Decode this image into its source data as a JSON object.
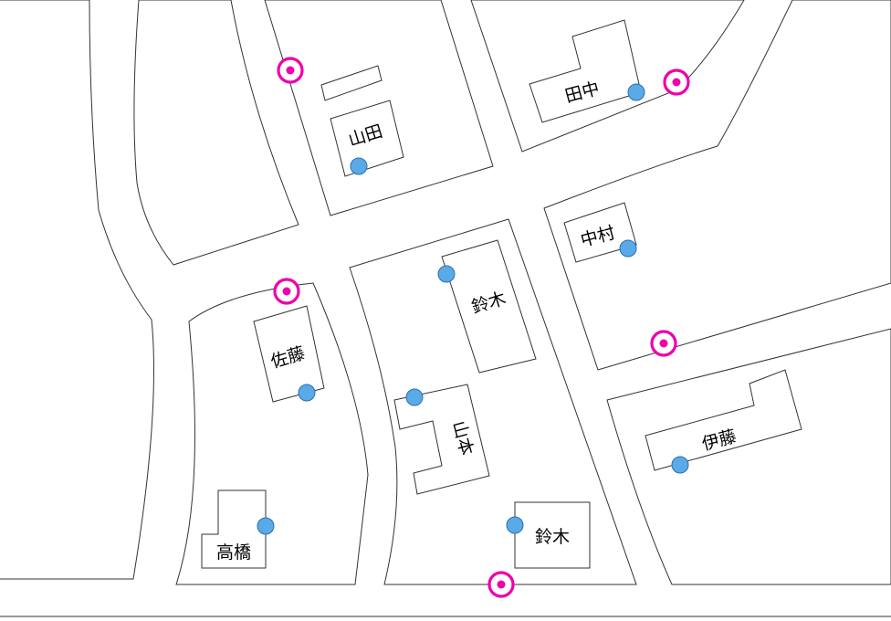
{
  "colors": {
    "background": "#ffffff",
    "outline": "#333333",
    "meter_marker": "#5aaae8",
    "target_marker": "#ee00aa"
  },
  "buildings": [
    {
      "id": "yamada",
      "label": "山田"
    },
    {
      "id": "tanaka",
      "label": "田中"
    },
    {
      "id": "nakamura",
      "label": "中村"
    },
    {
      "id": "suzuki-north",
      "label": "鈴木"
    },
    {
      "id": "sato",
      "label": "佐藤"
    },
    {
      "id": "yamamoto",
      "label": "山本"
    },
    {
      "id": "ito",
      "label": "伊藤"
    },
    {
      "id": "takahashi",
      "label": "高橋"
    },
    {
      "id": "suzuki-south",
      "label": "鈴木"
    }
  ],
  "marker_icons": {
    "meter": "blue-circle-icon",
    "target": "magenta-target-icon"
  }
}
